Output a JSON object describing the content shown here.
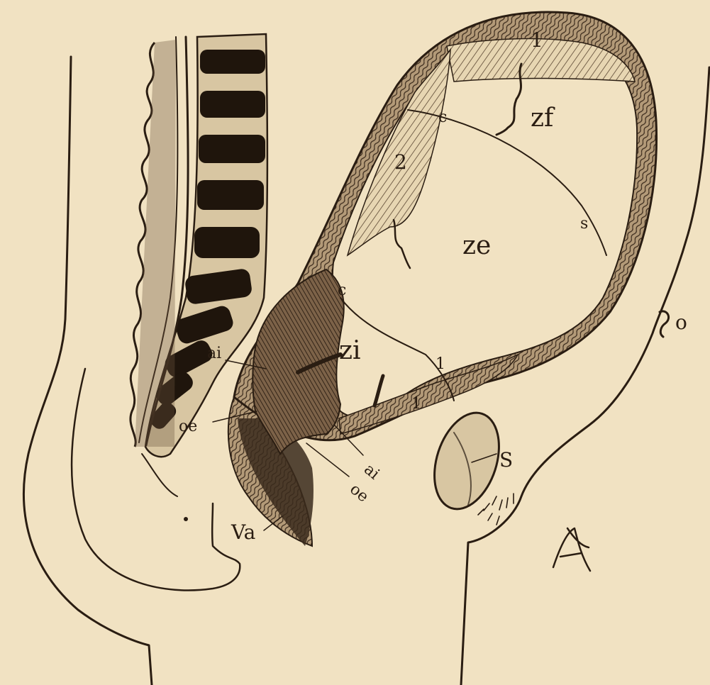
{
  "labels": {
    "label_1_top": "1",
    "label_zf": "zf",
    "label_c_upper": "c",
    "label_2": "2",
    "label_s_right": "s",
    "label_ze": "ze",
    "label_c_lower": "c",
    "label_zi": "zi",
    "label_ai_left": "ai",
    "label_1_lower": "1",
    "label_1_lower_small": "1",
    "label_oe_left": "oe",
    "label_ai_right": "ai",
    "label_oe_right": "oe",
    "label_S": "S",
    "label_Va": "Va",
    "label_o": "o"
  },
  "colors": {
    "paper": "#f1e2c2",
    "ink": "#2a1d12",
    "shade_dark": "#3a2a1c",
    "shade_mid": "#8a7358",
    "shade_light": "#d9c7a3"
  }
}
